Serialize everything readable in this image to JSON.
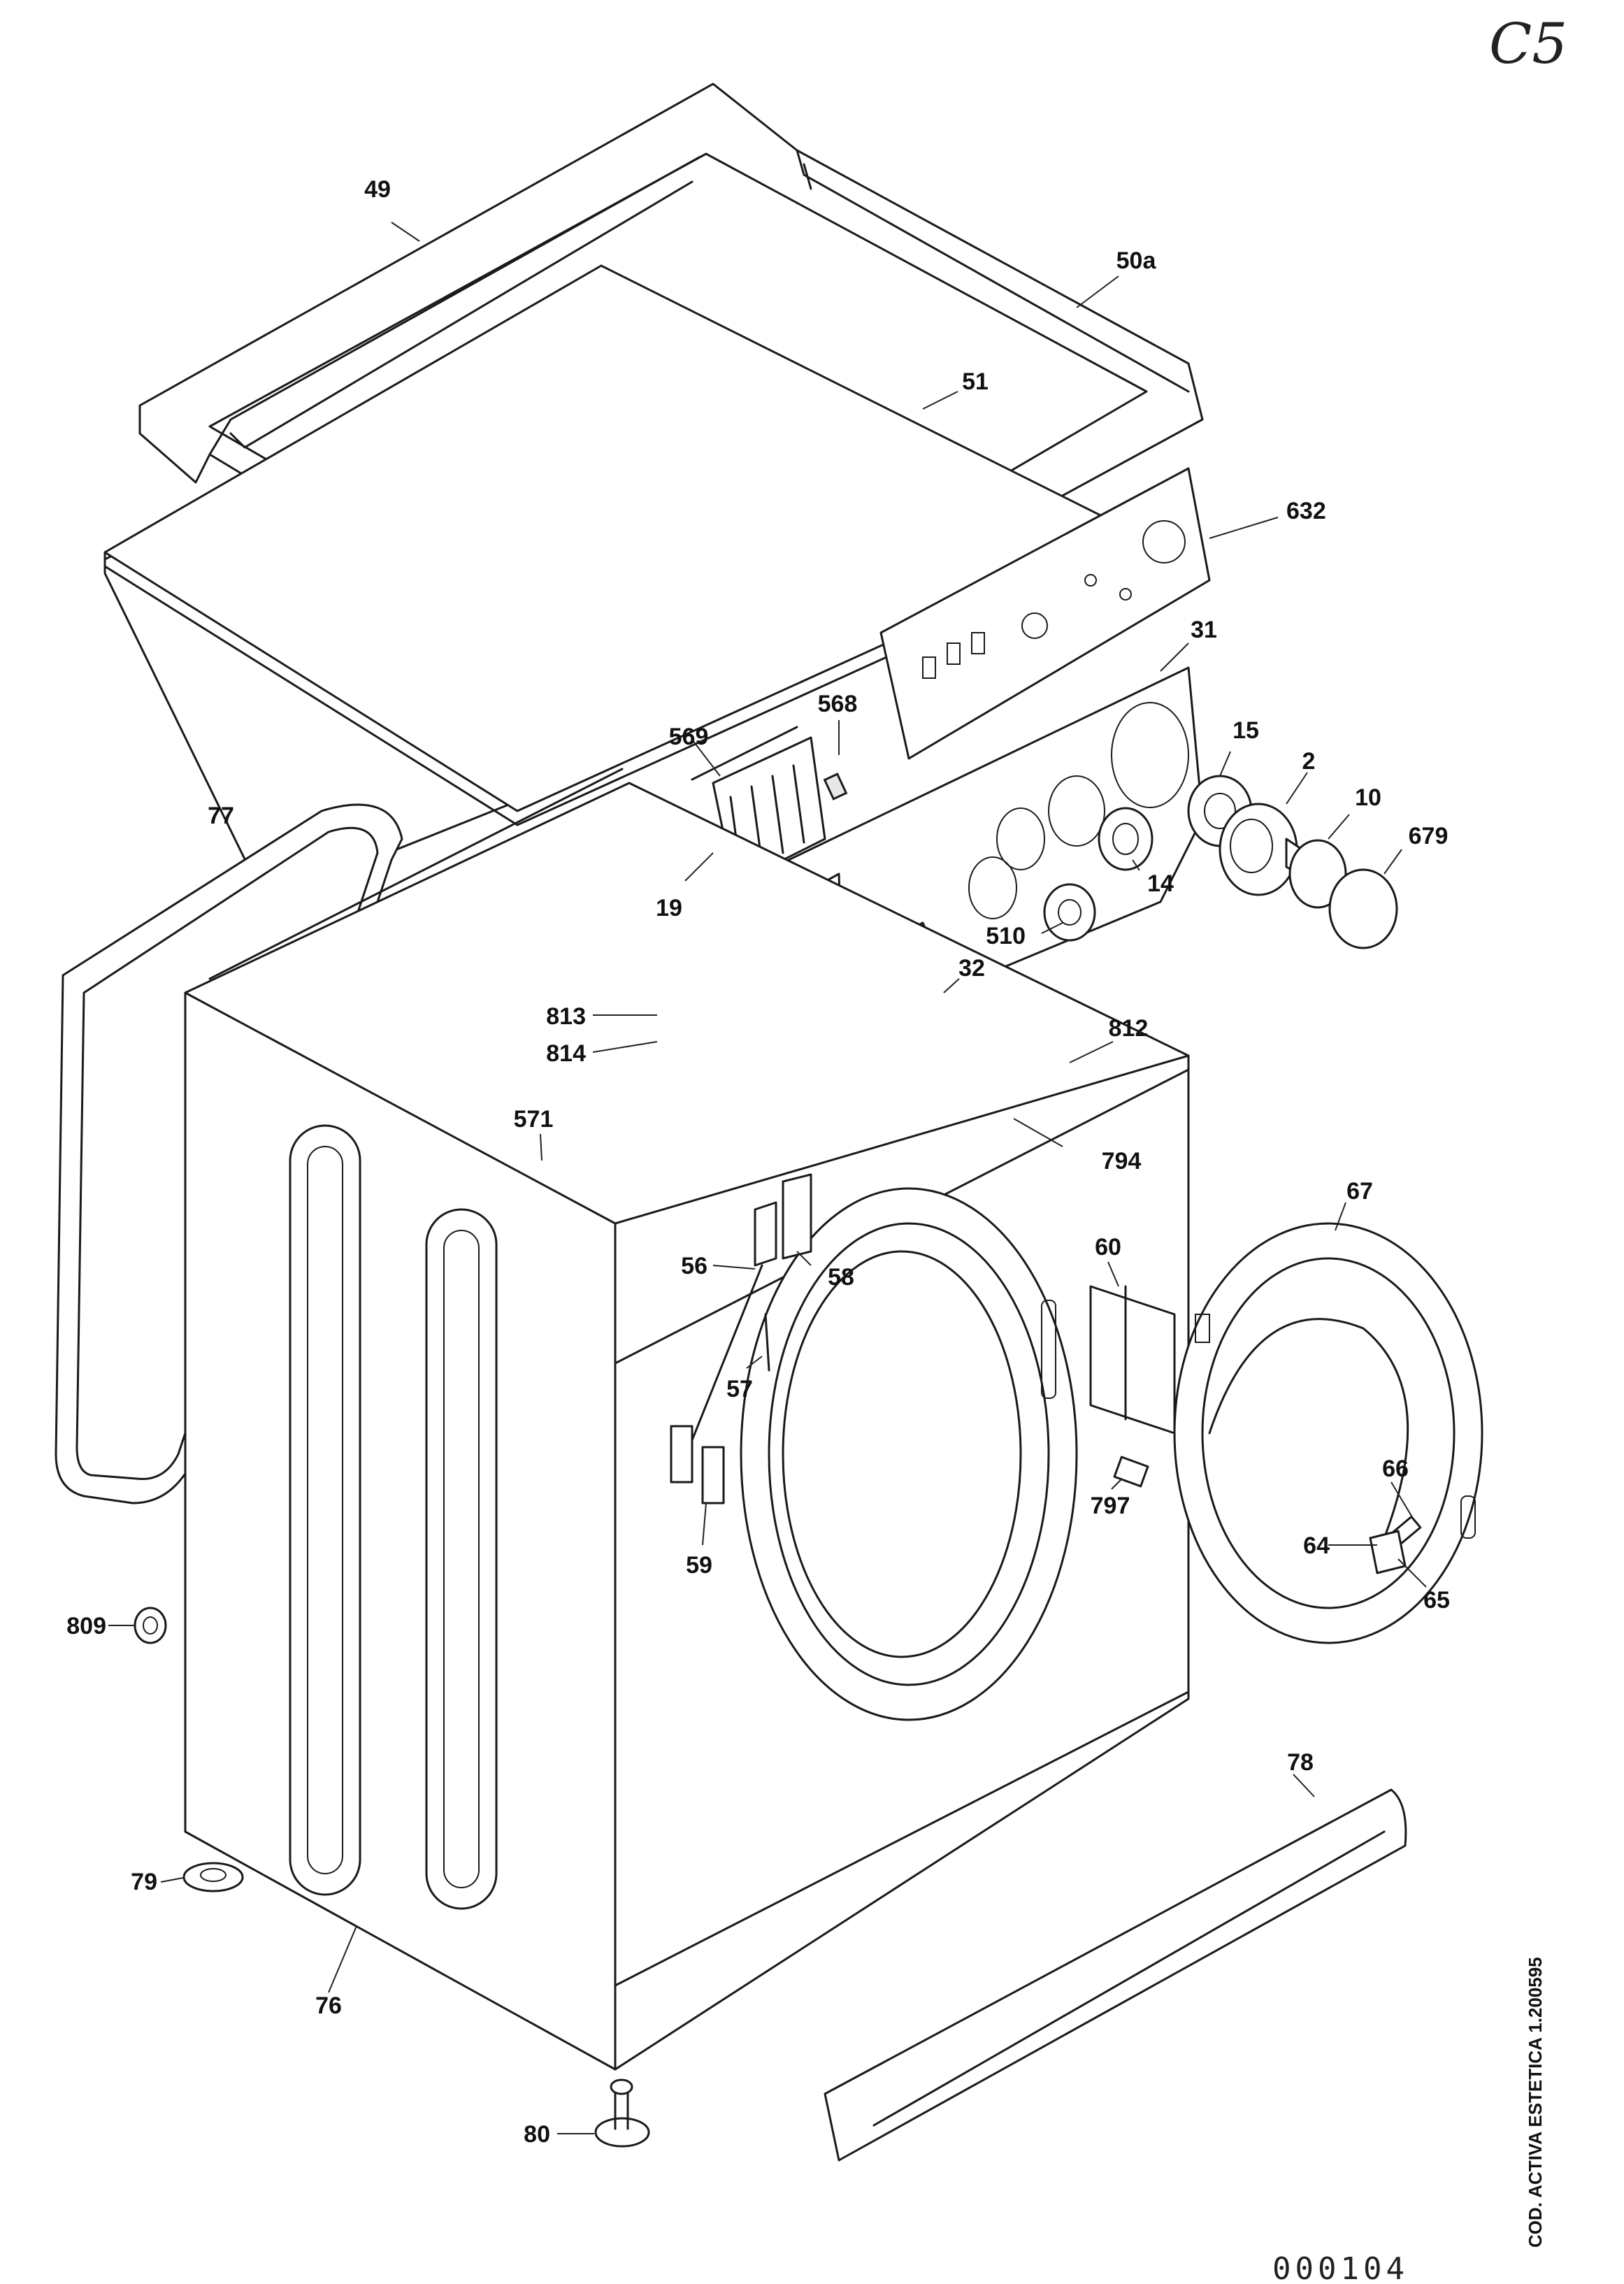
{
  "page": {
    "corner_mark": "C5",
    "side_code": "COD. ACTIVA ESTETICA 1.200595",
    "document_number": "000104"
  },
  "parts": [
    {
      "id": "49",
      "label": "49"
    },
    {
      "id": "50a",
      "label": "50a"
    },
    {
      "id": "51",
      "label": "51"
    },
    {
      "id": "632",
      "label": "632"
    },
    {
      "id": "31",
      "label": "31"
    },
    {
      "id": "568",
      "label": "568"
    },
    {
      "id": "569",
      "label": "569"
    },
    {
      "id": "15",
      "label": "15"
    },
    {
      "id": "2",
      "label": "2"
    },
    {
      "id": "10",
      "label": "10"
    },
    {
      "id": "679",
      "label": "679"
    },
    {
      "id": "14",
      "label": "14"
    },
    {
      "id": "19",
      "label": "19"
    },
    {
      "id": "510",
      "label": "510"
    },
    {
      "id": "32",
      "label": "32"
    },
    {
      "id": "77",
      "label": "77"
    },
    {
      "id": "813",
      "label": "813"
    },
    {
      "id": "814",
      "label": "814"
    },
    {
      "id": "812",
      "label": "812"
    },
    {
      "id": "571",
      "label": "571"
    },
    {
      "id": "794",
      "label": "794"
    },
    {
      "id": "67",
      "label": "67"
    },
    {
      "id": "56",
      "label": "56"
    },
    {
      "id": "58",
      "label": "58"
    },
    {
      "id": "60",
      "label": "60"
    },
    {
      "id": "57",
      "label": "57"
    },
    {
      "id": "797",
      "label": "797"
    },
    {
      "id": "66",
      "label": "66"
    },
    {
      "id": "64",
      "label": "64"
    },
    {
      "id": "65",
      "label": "65"
    },
    {
      "id": "59",
      "label": "59"
    },
    {
      "id": "809",
      "label": "809"
    },
    {
      "id": "78",
      "label": "78"
    },
    {
      "id": "79",
      "label": "79"
    },
    {
      "id": "76",
      "label": "76"
    },
    {
      "id": "80",
      "label": "80"
    }
  ]
}
